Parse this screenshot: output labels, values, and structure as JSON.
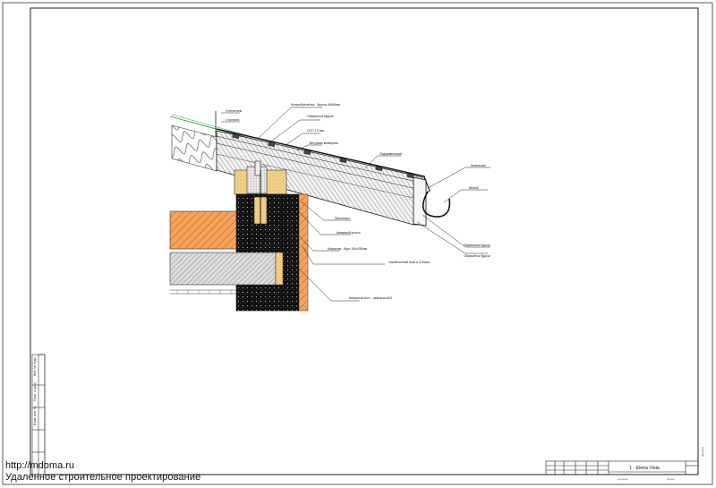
{
  "drawing": {
    "labels": {
      "insulation": "Утеплитель",
      "rafter": "Стропило",
      "counter_batten": "Контробрешётка - брусок 40х50мм",
      "sheathing_board": "Обрешётка брусок",
      "osb": "ОСП 1.9 мм",
      "wind_membrane": "Ветровая мембрана",
      "underlayment": "Подкровельный",
      "drip_edge": "Капельник",
      "gutter": "Желоб",
      "cornice_board": "Обрешётка брусок",
      "fascia_board": "Обрешётка брусок",
      "mauerlat_bolt": "Анкерный болт - шпилька М12",
      "block_wall": "Газобетонный блок в 3 блока",
      "mauerlat": "Мауэрлат - брус 150х150мм",
      "anchor_corner": "Анкерный уголок",
      "plate": "Пенопласт"
    }
  },
  "title_block": {
    "title": "1 - Elena Vista"
  },
  "watermark": {
    "url": "http://mdoma.ru",
    "caption": "Удаленное строительное проектирование"
  }
}
